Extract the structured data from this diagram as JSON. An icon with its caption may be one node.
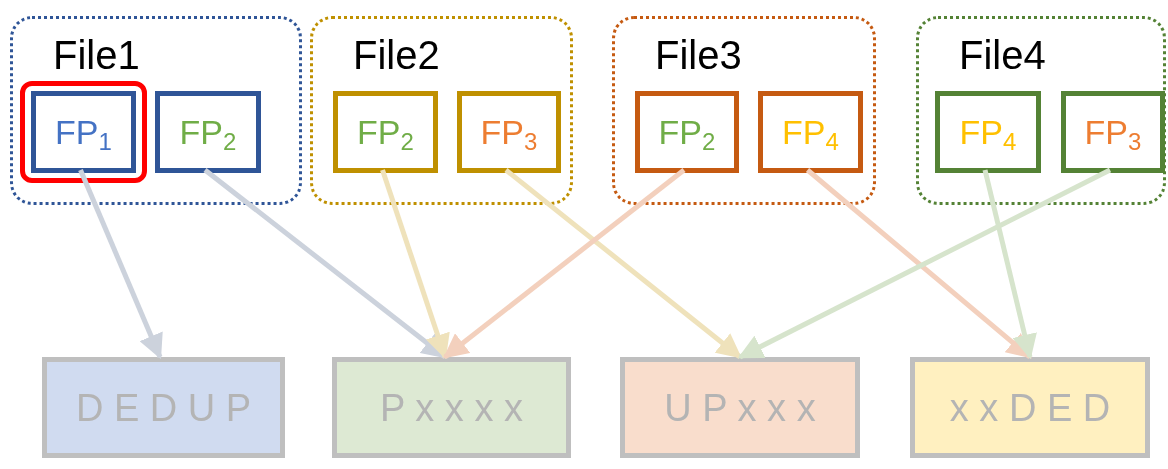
{
  "diagram": {
    "nodes": [
      {
        "text": [
          "File1"
        ]
      },
      {
        "text": [
          "FP$_{1}$"
        ],
        "in": 0
      },
      {
        "text": [
          "FP$_{2}$"
        ],
        "in": 0
      },
      {
        "text": [
          "File2"
        ]
      },
      {
        "text": [
          "FP$_{2}$"
        ],
        "in": 3
      },
      {
        "text": [
          "FP$_{3}$"
        ],
        "in": 3
      },
      {
        "text": [
          "File3"
        ]
      },
      {
        "text": [
          "FP$_{2}$"
        ],
        "in": 6
      },
      {
        "text": [
          "FP$_{4}$"
        ],
        "in": 6
      },
      {
        "text": [
          "File4"
        ]
      },
      {
        "text": [
          "FP$_{4}$"
        ],
        "in": 9
      },
      {
        "text": [
          "FP$_{3}$"
        ],
        "in": 9
      },
      {
        "text": [
          "D E D U P"
        ]
      },
      {
        "text": [
          "P x x x x"
        ]
      },
      {
        "text": [
          "U P x x x"
        ]
      },
      {
        "text": [
          "x x D E D"
        ]
      }
    ],
    "edges": [
      {
        "from": 1,
        "to": 12,
        "arrow": "to",
        "color": "#ccd2dc"
      },
      {
        "from": 2,
        "to": 13,
        "arrow": "to",
        "color": "#ccd2dc"
      },
      {
        "from": 4,
        "to": 13,
        "arrow": "to",
        "color": "#efe2bb"
      },
      {
        "from": 5,
        "to": 14,
        "arrow": "to",
        "color": "#efe2bb"
      },
      {
        "from": 7,
        "to": 13,
        "arrow": "to",
        "color": "#f3d0bd"
      },
      {
        "from": 8,
        "to": 15,
        "arrow": "to",
        "color": "#f3d0bd"
      },
      {
        "from": 10,
        "to": 15,
        "arrow": "to",
        "color": "#d6e4cc"
      },
      {
        "from": 11,
        "to": 14,
        "arrow": "to",
        "color": "#d6e4cc"
      }
    ]
  }
}
